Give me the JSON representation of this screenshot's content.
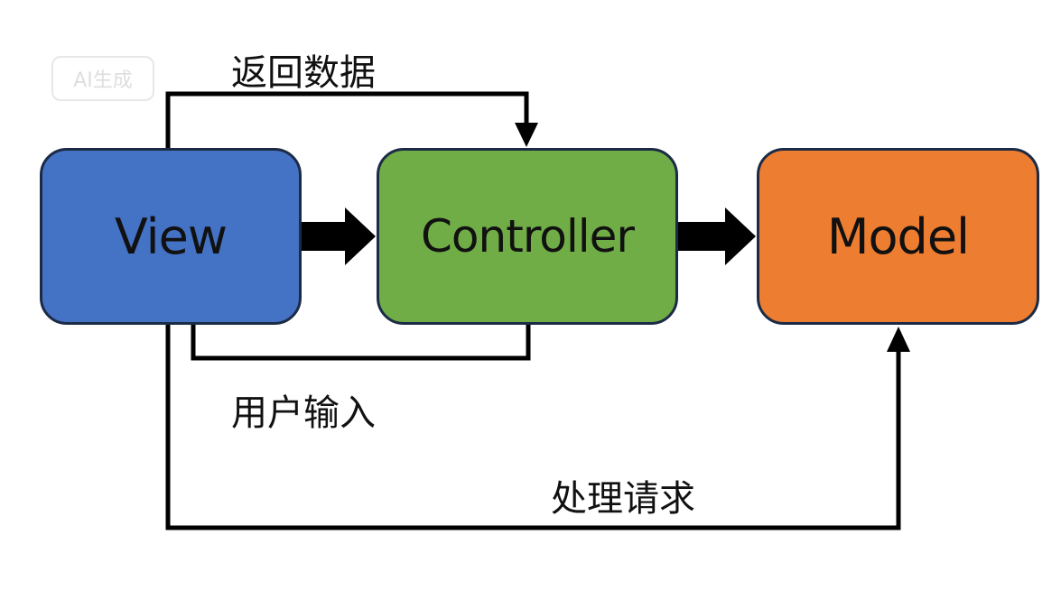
{
  "diagram": {
    "nodes": {
      "view": {
        "label": "View",
        "color": "#4472c4"
      },
      "controller": {
        "label": "Controller",
        "color": "#70ad47"
      },
      "model": {
        "label": "Model",
        "color": "#ed7d31"
      }
    },
    "edges": {
      "view_to_controller": {
        "from": "View",
        "to": "Controller"
      },
      "controller_to_model": {
        "from": "Controller",
        "to": "Model"
      },
      "return_data": {
        "from": "View",
        "to": "Controller",
        "label": "返回数据"
      },
      "user_input": {
        "from": "View",
        "to": "Controller",
        "label": "用户输入"
      },
      "process_request": {
        "from": "View",
        "to": "Model",
        "label": "处理请求"
      }
    },
    "watermark": "AI生成",
    "line_color": "#000000"
  }
}
